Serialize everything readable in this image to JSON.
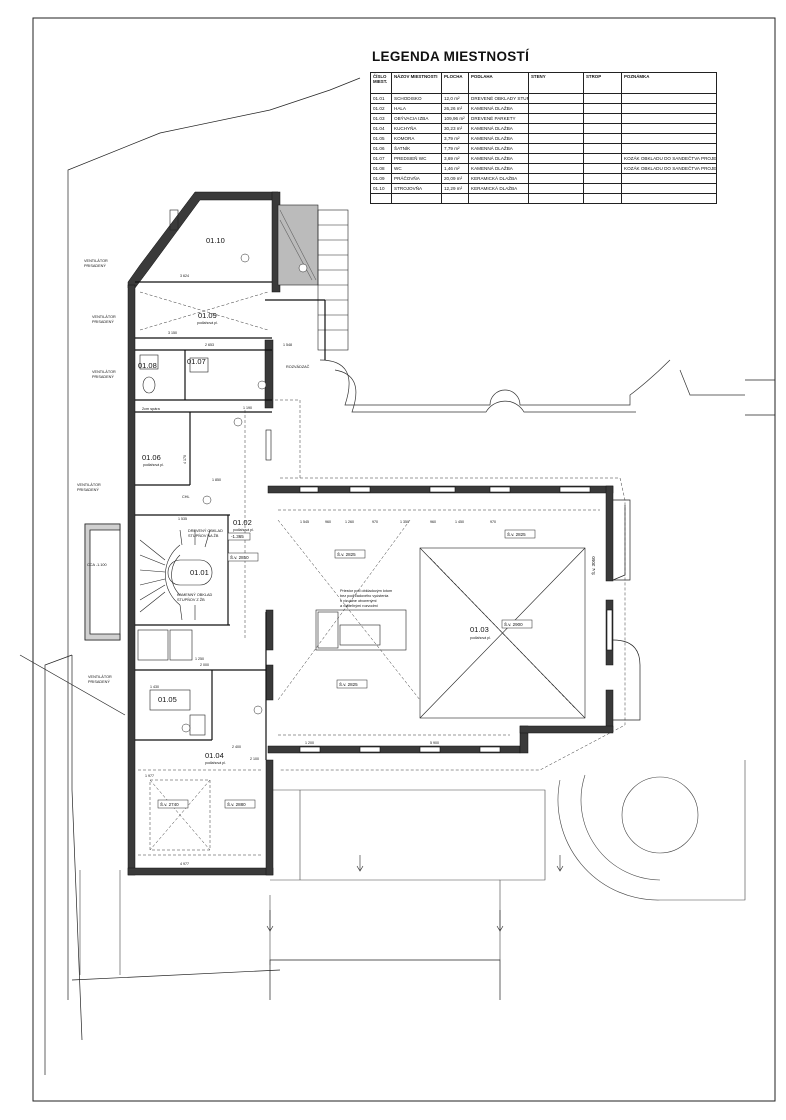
{
  "legend": {
    "title": "LEGENDA MIESTNOSTÍ",
    "headers": [
      "ČÍSLO MIEST.",
      "NÁZOV MIESTNOSTI",
      "PLOCHA",
      "PODLAHA",
      "STENY",
      "STROP",
      "POZNÁMKA"
    ],
    "rows": [
      [
        "01.01",
        "SCHODISKO",
        "12,0 m²",
        "DREVENÉ OBKLADY STUPŇOV, KAMENNÝ OBKLAD STUPŇOV",
        "",
        "",
        ""
      ],
      [
        "01.02",
        "HALA",
        "26,26 m²",
        "KAMENNÁ DLAŽBA",
        "",
        "",
        ""
      ],
      [
        "01.03",
        "OBÝVACIA IZBA",
        "109,96 m²",
        "DREVENÉ PARKETY",
        "",
        "",
        ""
      ],
      [
        "01.04",
        "KUCHYŇA",
        "30,23 m²",
        "KAMENNÁ DLAŽBA",
        "",
        "",
        ""
      ],
      [
        "01.05",
        "KOMORA",
        "3,79 m²",
        "KAMENNÁ DLAŽBA",
        "",
        "",
        ""
      ],
      [
        "01.06",
        "ŠATNÍK",
        "7,79 m²",
        "KAMENNÁ DLAŽBA",
        "",
        "",
        ""
      ],
      [
        "01.07",
        "PREDSIEŇ WC",
        "3,69 m²",
        "KAMENNÁ DLAŽBA",
        "",
        "",
        "KOZÁK OBKLADU DO SANDEČTVA PROJEKTU"
      ],
      [
        "01.08",
        "WC",
        "1,46 m²",
        "KAMENNÁ DLAŽBA",
        "",
        "",
        "KOZÁK OBKLADU DO SANDEČTVA PROJEKTU"
      ],
      [
        "01.09",
        "PRÁČOVŇA",
        "20,09 m²",
        "KERAMICKÁ DLAŽBA",
        "",
        "",
        ""
      ],
      [
        "01.10",
        "STROJOVŇA",
        "12,29 m²",
        "KERAMICKÁ DLAŽBA",
        "",
        "",
        ""
      ],
      [
        "",
        "",
        "",
        "",
        "",
        "",
        ""
      ]
    ]
  },
  "rooms": {
    "r0110": "01.10",
    "r0109": "01.09",
    "r0108": "01.08",
    "r0107": "01.07",
    "r0106": "01.06",
    "r0102": "01.02",
    "r0101": "01.01",
    "r0103": "01.03",
    "r0105": "01.05",
    "r0104": "01.04",
    "floor_note": "podlahová pl."
  },
  "annotations": {
    "ventilator": [
      "VENTILÁTOR",
      "PRISADENÝ"
    ],
    "rozvadzac": "ROZVÁDZAČ",
    "cca": "CCA -1.100",
    "chl": "CHL",
    "drevene_stupne": [
      "DREVENÝ OBKLAD",
      "STUPŇOV NA ŽB"
    ],
    "kamenny": [
      "KAMENNÝ OBKLAD",
      "STUPŇOV Z ŽB"
    ],
    "plenum_note": [
      "Priestor pod obkladovým lotom",
      "bez podhľadového vyústenia",
      "s vizuálne otvorenými",
      "a viditeľnými rozvodmi"
    ],
    "zm_sp": "2cm spára",
    "heights": {
      "h2850": "Š.v. 2850",
      "h2825a": "Š.v. 2825",
      "h2825b": "Š.v. 2825",
      "h2825c": "Š.v. 2825",
      "h2900": "Š.v. 2900",
      "h2740": "Š.v. 2740",
      "h2880": "Š.v. 2880",
      "h1365": "-1.365",
      "h3050": "Š.v. 3050"
    },
    "dims": {
      "d3624": "3 624",
      "d3150": "3 150",
      "d2653": "2 653",
      "d1548": "1 548",
      "d1190": "1 190",
      "d1850": "1 850",
      "d1535": "1 535",
      "d1250": "1 250",
      "d2000": "2 000",
      "d1430": "1 430",
      "d4170": "4 170",
      "d1545": "1 545",
      "d960": "960",
      "d1260": "1 260",
      "d970": "970",
      "d1350": "1 350",
      "d1450": "1 450",
      "d1977": "1 977",
      "d4977": "4 977",
      "d2400": "2 400",
      "d2100": "2 100",
      "d1200": "1 200",
      "d5900": "5 900"
    }
  }
}
